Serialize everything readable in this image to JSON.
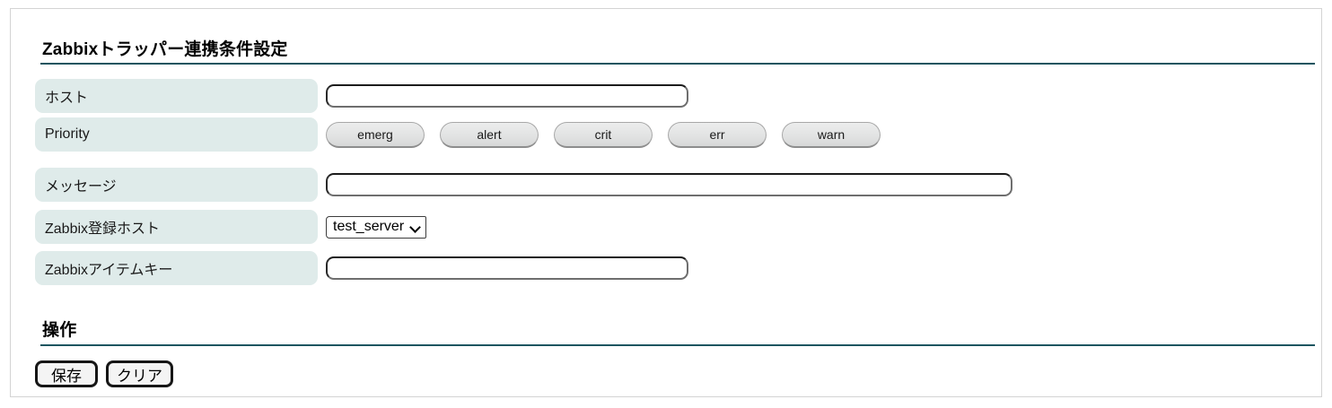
{
  "card": {
    "settings_section": {
      "heading": "Zabbixトラッパー連携条件設定"
    },
    "fields": [
      {
        "label": "ホスト",
        "type": "text",
        "value": "",
        "placeholder": ""
      },
      {
        "label": "Priority",
        "type": "buttons"
      },
      {
        "label": "メッセージ",
        "type": "text",
        "value": "",
        "placeholder": ""
      },
      {
        "label": "Zabbix登録ホスト",
        "type": "select",
        "value": "test_server"
      },
      {
        "label": "Zabbixアイテムキー",
        "type": "text",
        "value": "",
        "placeholder": ""
      }
    ],
    "priority_options": [
      {
        "label": "emerg"
      },
      {
        "label": "alert"
      },
      {
        "label": "crit"
      },
      {
        "label": "err"
      },
      {
        "label": "warn"
      }
    ],
    "zabbix_host_select": {
      "selected": "test_server",
      "options": [
        "test_server"
      ],
      "icon": "chevron-down-icon"
    },
    "operation_section": {
      "heading": "操作",
      "save_label": "保存",
      "clear_label": "クリア"
    }
  },
  "colors": {
    "label_background": "#dfebea",
    "rule": "#1c5560",
    "card_border": "#d4d4d4",
    "pill_background": "#e2e3e3"
  }
}
